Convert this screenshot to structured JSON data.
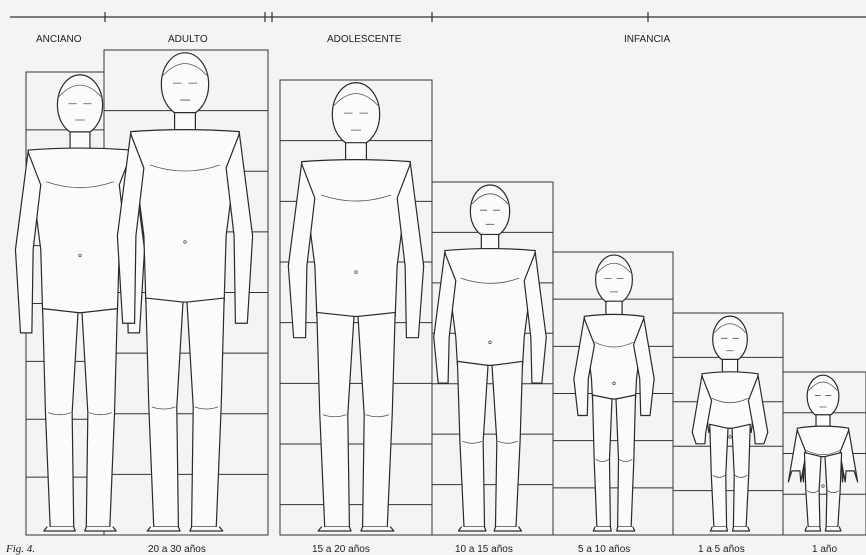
{
  "header": {
    "groups": [
      {
        "label": "ANCIANO"
      },
      {
        "label": "ADULTO"
      },
      {
        "label": "ADOLESCENTE"
      },
      {
        "label": "INFANCIA"
      }
    ]
  },
  "figure_caption": "Fig. 4.",
  "figures": [
    {
      "age": "",
      "units": 8
    },
    {
      "age": "20 a 30 años",
      "units": 8
    },
    {
      "age": "15 a 20 años",
      "units": 7.5
    },
    {
      "age": "10 a 15 años",
      "units": 7
    },
    {
      "age": "5 a 10 años",
      "units": 6
    },
    {
      "age": "1 a 5 años",
      "units": 5
    },
    {
      "age": "1 año",
      "units": 4
    }
  ],
  "colors": {
    "ink": "#2a2a2a",
    "paper": "#f4f4f2"
  }
}
